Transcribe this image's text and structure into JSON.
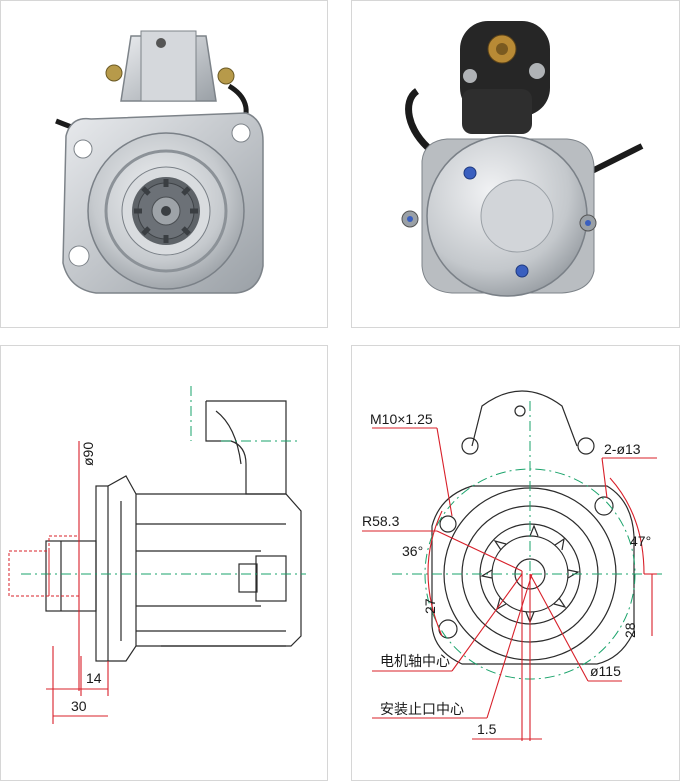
{
  "colors": {
    "metal": "#c9ccd0",
    "metal_dark": "#8f959c",
    "drawing_line": "#2b2b2b",
    "center_line": "#1aa36b",
    "dimension_red": "#d8202a"
  },
  "side_view": {
    "dim_diameter": "ø90",
    "dim_flange": "14",
    "dim_shaft": "30"
  },
  "front_view": {
    "dim_thread": "M10×1.25",
    "dim_holes": "2-ø13",
    "dim_radius": "R58.3",
    "dim_angle_left": "36°",
    "dim_angle_right": "47°",
    "dim_27": "27",
    "dim_28": "28",
    "label_motor_center": "电机轴中心",
    "dim_pcd": "ø115",
    "label_mount_center": "安装止口中心",
    "dim_offset": "1.5"
  }
}
